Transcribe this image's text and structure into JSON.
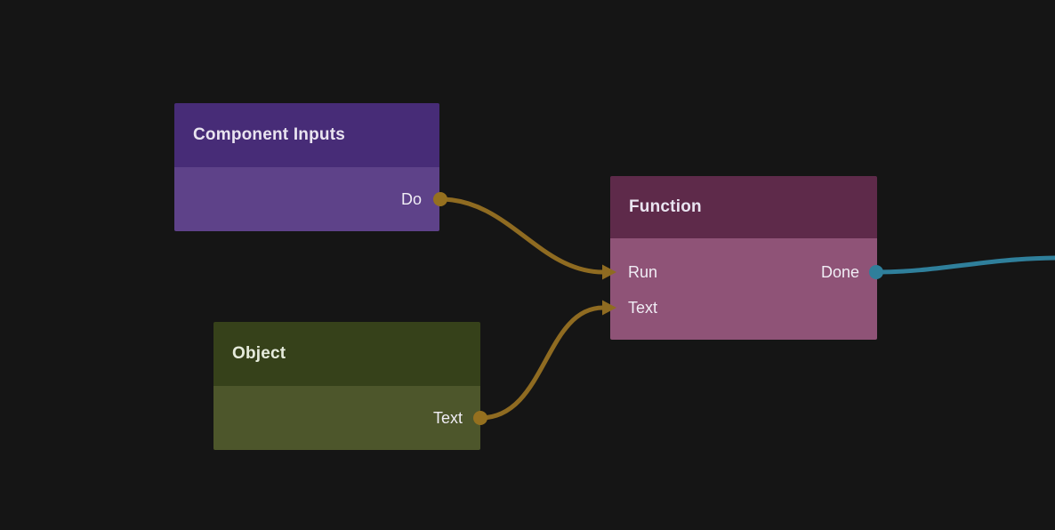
{
  "app": {
    "view": "node-graph-canvas"
  },
  "colors": {
    "canvas_bg": "#151515",
    "wire_gold": "#8f6b21",
    "wire_teal": "#2f7f9b",
    "port_dot_gold": "#95701f",
    "port_dot_teal": "#2f7f9b",
    "component_inputs_header": "#472c77",
    "component_inputs_body": "#5e4289",
    "function_header": "#5e2a4a",
    "function_body": "#8f5377",
    "object_header": "#36411a",
    "object_body": "#4d562b"
  },
  "nodes": [
    {
      "title": "Component Inputs",
      "rows": [
        {
          "output": {
            "label": "Do"
          }
        }
      ]
    },
    {
      "title": "Function",
      "rows": [
        {
          "input": {
            "label": "Run"
          },
          "output": {
            "label": "Done"
          }
        },
        {
          "input": {
            "label": "Text"
          }
        }
      ]
    },
    {
      "title": "Object",
      "rows": [
        {
          "output": {
            "label": "Text"
          }
        }
      ]
    }
  ],
  "connections": [
    {
      "from": "Component Inputs / Do",
      "to": "Function / Run",
      "color": "#8f6b21"
    },
    {
      "from": "Object / Text",
      "to": "Function / Text",
      "color": "#8f6b21"
    },
    {
      "from": "Function / Done",
      "to": "off-canvas-right",
      "color": "#2f7f9b"
    }
  ]
}
